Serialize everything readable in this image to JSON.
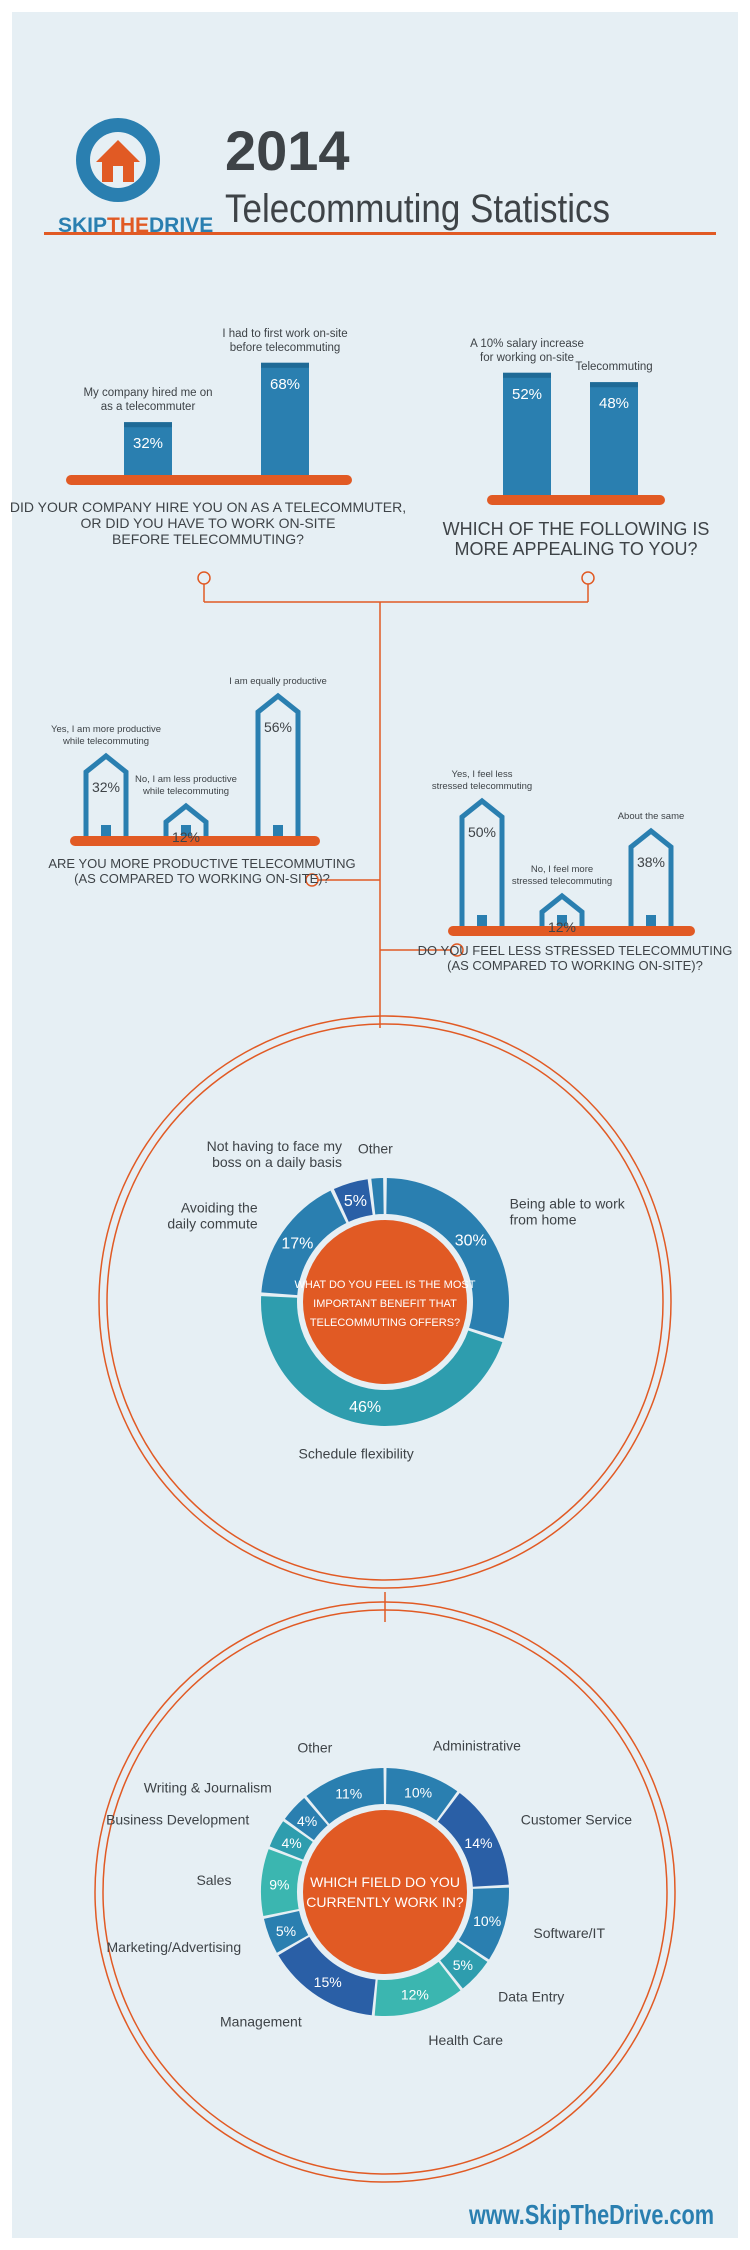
{
  "brand": {
    "logo_text": "SKIPTHEDRIVE",
    "logo_part1": "SKIP",
    "logo_part2": "THE",
    "logo_part3": "DRIVE",
    "year": "2014",
    "title": "Telecommuting Statistics",
    "website": "www.SkipTheDrive.com"
  },
  "colors": {
    "orange": "#e15a24",
    "dark_blue": "#2a5fa6",
    "blue": "#2a7fb0",
    "teal": "#2e9dae",
    "light_teal": "#3bb6b0",
    "background": "#e6eff4",
    "text": "#3e4347"
  },
  "hire_chart": {
    "question_lines": [
      "DID YOUR COMPANY HIRE YOU ON AS A TELECOMMUTER,",
      "OR DID YOU HAVE TO WORK ON-SITE",
      "BEFORE TELECOMMUTING?"
    ],
    "bars": [
      {
        "label_lines": [
          "My company hired me on",
          "as a telecommuter"
        ],
        "value": 32,
        "value_label": "32%"
      },
      {
        "label_lines": [
          "I had to first work on-site",
          "before telecommuting"
        ],
        "value": 68,
        "value_label": "68%"
      }
    ]
  },
  "appeal_chart": {
    "question_lines": [
      "WHICH OF THE FOLLOWING IS",
      "MORE APPEALING TO YOU?"
    ],
    "bars": [
      {
        "label_lines": [
          "A 10% salary increase",
          "for working on-site"
        ],
        "value": 52,
        "value_label": "52%"
      },
      {
        "label_lines": [
          "Telecommuting"
        ],
        "value": 48,
        "value_label": "48%"
      }
    ]
  },
  "productive_chart": {
    "question_lines": [
      "ARE YOU MORE PRODUCTIVE TELECOMMUTING",
      "(AS COMPARED TO WORKING ON-SITE)?"
    ],
    "bars": [
      {
        "label_lines": [
          "Yes, I am more productive",
          "while telecommuting"
        ],
        "value": 32,
        "value_label": "32%"
      },
      {
        "label_lines": [
          "No, I am less productive",
          "while telecommuting"
        ],
        "value": 12,
        "value_label": "12%"
      },
      {
        "label_lines": [
          "I am equally productive"
        ],
        "value": 56,
        "value_label": "56%"
      }
    ]
  },
  "stress_chart": {
    "question_lines": [
      "DO YOU FEEL LESS STRESSED TELECOMMUTING",
      "(AS COMPARED TO WORKING ON-SITE)?"
    ],
    "bars": [
      {
        "label_lines": [
          "Yes, I feel less",
          "stressed telecommuting"
        ],
        "value": 50,
        "value_label": "50%"
      },
      {
        "label_lines": [
          "No, I feel more",
          "stressed telecommuting"
        ],
        "value": 12,
        "value_label": "12%"
      },
      {
        "label_lines": [
          "About the same"
        ],
        "value": 38,
        "value_label": "38%"
      }
    ]
  },
  "benefit_donut": {
    "center_lines": [
      "WHAT DO YOU FEEL IS THE MOST",
      "IMPORTANT BENEFIT THAT",
      "TELECOMMUTING OFFERS?"
    ],
    "segments": [
      {
        "label_lines": [
          "Being able to work",
          "from home"
        ],
        "value": 30,
        "value_label": "30%",
        "color": "#2a7fb0"
      },
      {
        "label_lines": [
          "Schedule flexibility"
        ],
        "value": 46,
        "value_label": "46%",
        "color": "#2e9dae"
      },
      {
        "label_lines": [
          "Avoiding the",
          "daily commute"
        ],
        "value": 17,
        "value_label": "17%",
        "color": "#2a7fb0"
      },
      {
        "label_lines": [
          "Not having to face my",
          "boss on a daily basis"
        ],
        "value": 5,
        "value_label": "5%",
        "color": "#2a5fa6"
      },
      {
        "label_lines": [
          "Other"
        ],
        "value": 2,
        "value_label": "",
        "color": "#2a7fb0"
      }
    ]
  },
  "field_donut": {
    "center_lines": [
      "WHICH FIELD DO YOU",
      "CURRENTLY WORK IN?"
    ],
    "segments": [
      {
        "label_lines": [
          "Administrative"
        ],
        "value": 10,
        "value_label": "10%",
        "color": "#2a7fb0"
      },
      {
        "label_lines": [
          "Customer Service"
        ],
        "value": 14,
        "value_label": "14%",
        "color": "#2a5fa6"
      },
      {
        "label_lines": [
          "Software/IT"
        ],
        "value": 10,
        "value_label": "10%",
        "color": "#2a7fb0"
      },
      {
        "label_lines": [
          "Data Entry"
        ],
        "value": 5,
        "value_label": "5%",
        "color": "#2e9dae"
      },
      {
        "label_lines": [
          "Health Care"
        ],
        "value": 12,
        "value_label": "12%",
        "color": "#3bb6b0"
      },
      {
        "label_lines": [
          "Management"
        ],
        "value": 15,
        "value_label": "15%",
        "color": "#2a5fa6"
      },
      {
        "label_lines": [
          "Marketing/Advertising"
        ],
        "value": 5,
        "value_label": "5%",
        "color": "#2a7fb0"
      },
      {
        "label_lines": [
          "Sales"
        ],
        "value": 9,
        "value_label": "9%",
        "color": "#3bb6b0"
      },
      {
        "label_lines": [
          "Business Development"
        ],
        "value": 4,
        "value_label": "4%",
        "color": "#2e9dae"
      },
      {
        "label_lines": [
          "Writing & Journalism"
        ],
        "value": 4,
        "value_label": "4%",
        "color": "#2a7fb0"
      },
      {
        "label_lines": [
          "Other"
        ],
        "value": 11,
        "value_label": "11%",
        "color": "#2a7fb0"
      }
    ]
  }
}
